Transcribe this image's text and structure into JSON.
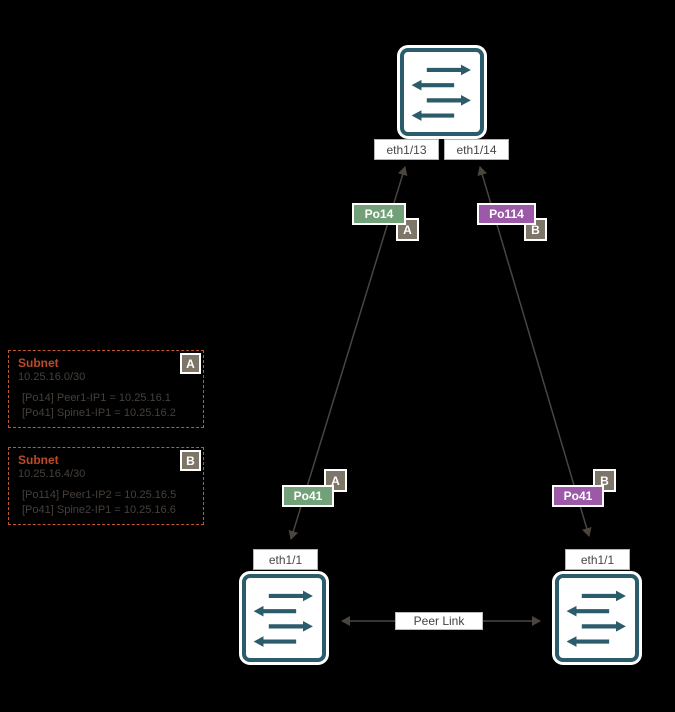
{
  "diagram": {
    "peer_link_label": "Peer Link"
  },
  "top_switch": {
    "ports": [
      "eth1/13",
      "eth1/14"
    ]
  },
  "bottom_switches": [
    {
      "port": "eth1/1"
    },
    {
      "port": "eth1/1"
    }
  ],
  "port_channels": {
    "spine_left": {
      "label": "Po14",
      "zone": "A",
      "color": "#72a179"
    },
    "spine_right": {
      "label": "Po114",
      "zone": "B",
      "color": "#9b59a7"
    },
    "peer_left": {
      "label": "Po41",
      "zone": "A",
      "color": "#72a179"
    },
    "peer_right": {
      "label": "Po41",
      "zone": "B",
      "color": "#9b59a7"
    }
  },
  "subnets": [
    {
      "title": "Subnet",
      "cidr": "10.25.16.0/30",
      "zone": "A",
      "entries": [
        "[Po14] Peer1-IP1 = 10.25.16.1",
        "[Po41] Spine1-IP1 = 10.25.16.2"
      ]
    },
    {
      "title": "Subnet",
      "cidr": "10.25.16.4/30",
      "zone": "B",
      "entries": [
        "[Po114] Peer1-IP2 = 10.25.16.5",
        "[Po41] Spine2-IP1 = 10.25.16.6"
      ]
    }
  ],
  "icons": {
    "switch_icon": "l2-switch-icon",
    "arrow_color": "#2b5c6b"
  },
  "colors": {
    "background": "#000000",
    "switch_teal": "#2b5c6b",
    "green_badge": "#72a179",
    "purple_badge": "#9b59a7",
    "zone_badge_gray": "#7e7569",
    "subnet_border_orange": "#c2582c",
    "subnet_title_orange": "#bc4a2b",
    "dim_text": "#46403a",
    "link_line": "#4a453f"
  }
}
